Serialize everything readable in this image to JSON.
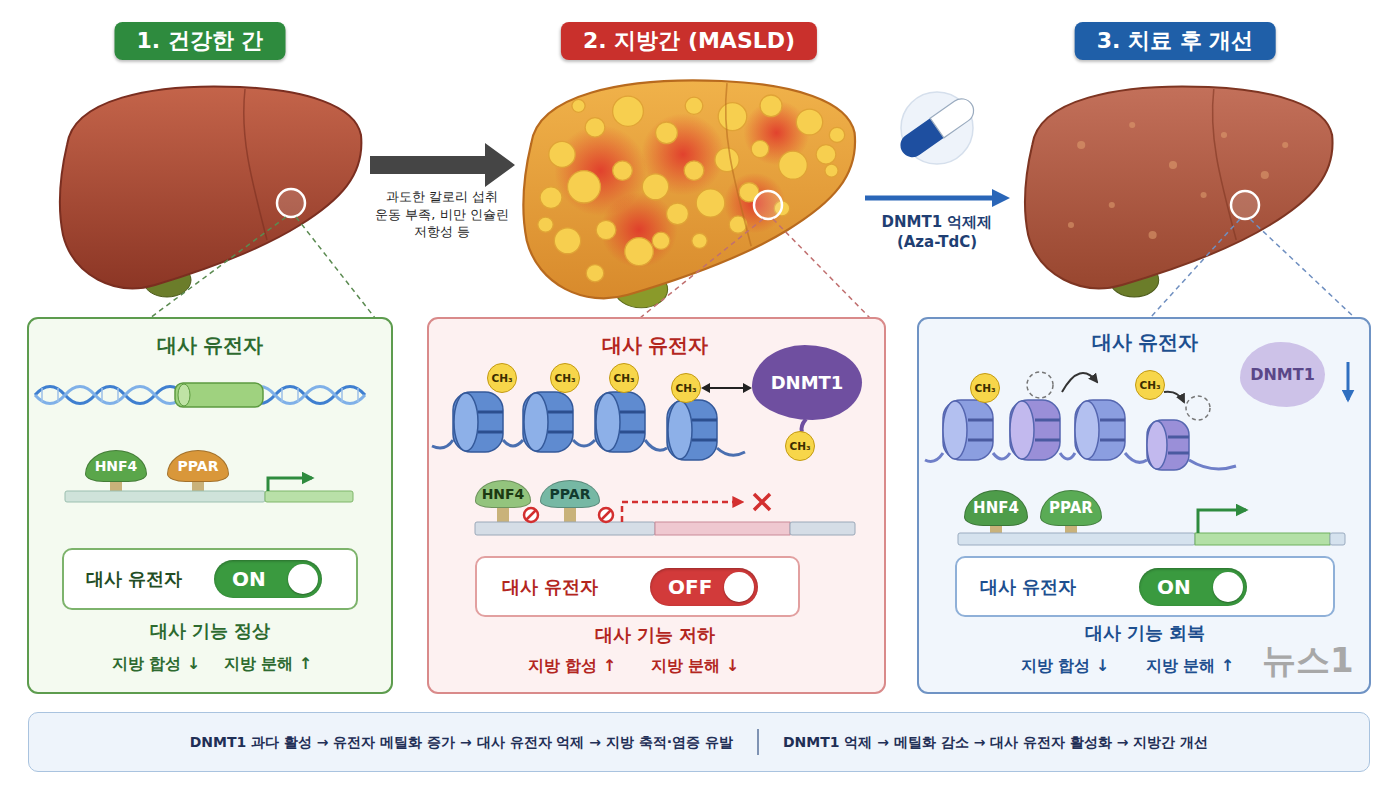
{
  "diagram": {
    "nodes": [
      {
        "text": [
          "1. 건강한 간"
        ]
      },
      {
        "text": [
          "2. 지방간 (MASLD)"
        ]
      },
      {
        "text": [
          "3. 치료 후 개선"
        ]
      },
      {
        "text": [
          "대사 유전자",
          "대사 기능 정상",
          "지방 합성 ↓",
          "지방 분해 ↑"
        ]
      },
      {
        "text": [
          "HNF4"
        ],
        "in": 3
      },
      {
        "text": [
          "PPAR"
        ],
        "in": 3
      },
      {
        "text": [
          "대사 유전자",
          "ON"
        ],
        "in": 3
      },
      {
        "text": [
          "대사 유전자",
          "대사 기능 저하",
          "지방 합성 ↑",
          "지방 분해 ↓"
        ]
      },
      {
        "text": [
          "CH₃"
        ],
        "in": 7
      },
      {
        "text": [
          "CH₃"
        ],
        "in": 7
      },
      {
        "text": [
          "CH₃"
        ],
        "in": 7
      },
      {
        "text": [
          "CH₃"
        ],
        "in": 7
      },
      {
        "text": [
          "DNMT1"
        ],
        "in": 7
      },
      {
        "text": [
          "CH₃"
        ],
        "in": 7
      },
      {
        "text": [
          "HNF4"
        ],
        "in": 7
      },
      {
        "text": [
          "PPAR"
        ],
        "in": 7
      },
      {
        "text": [
          "대사 유전자",
          "OFF"
        ],
        "in": 7
      },
      {
        "text": [
          "대사 유전자",
          "대사 기능 회복",
          "지방 합성 ↓",
          "지방 분해 ↑"
        ]
      },
      {
        "text": [
          "CH₃"
        ],
        "in": 17
      },
      {
        "text": [
          "CH₃"
        ],
        "in": 17
      },
      {
        "text": [
          "DNMT1"
        ],
        "in": 17
      },
      {
        "text": [
          "HNF4"
        ],
        "in": 17
      },
      {
        "text": [
          "PPAR"
        ],
        "in": 17
      },
      {
        "text": [
          "대사 유전자",
          "ON"
        ],
        "in": 17
      },
      {
        "text": [
          "DNMT1 과다 활성 → 유전자 메틸화 증가 → 대사 유전자 억제 → 지방 축적·염증 유발",
          "DNMT1 억제 → 메틸화 감소 → 대사 유전자 활성화 → 지방간 개선"
        ]
      }
    ],
    "edges": [
      {
        "from": 0,
        "to": 1,
        "arrow": "to",
        "label": "과도한 칼로리 섭취 운동 부족, 비만 인슐린 저항성 등"
      },
      {
        "from": 1,
        "to": 2,
        "arrow": "to",
        "label": "DNMT1 억제제 (Aza-TdC)"
      },
      {
        "from": 11,
        "to": 12,
        "arrow": "both"
      }
    ],
    "labels": [
      "뉴스1"
    ]
  }
}
